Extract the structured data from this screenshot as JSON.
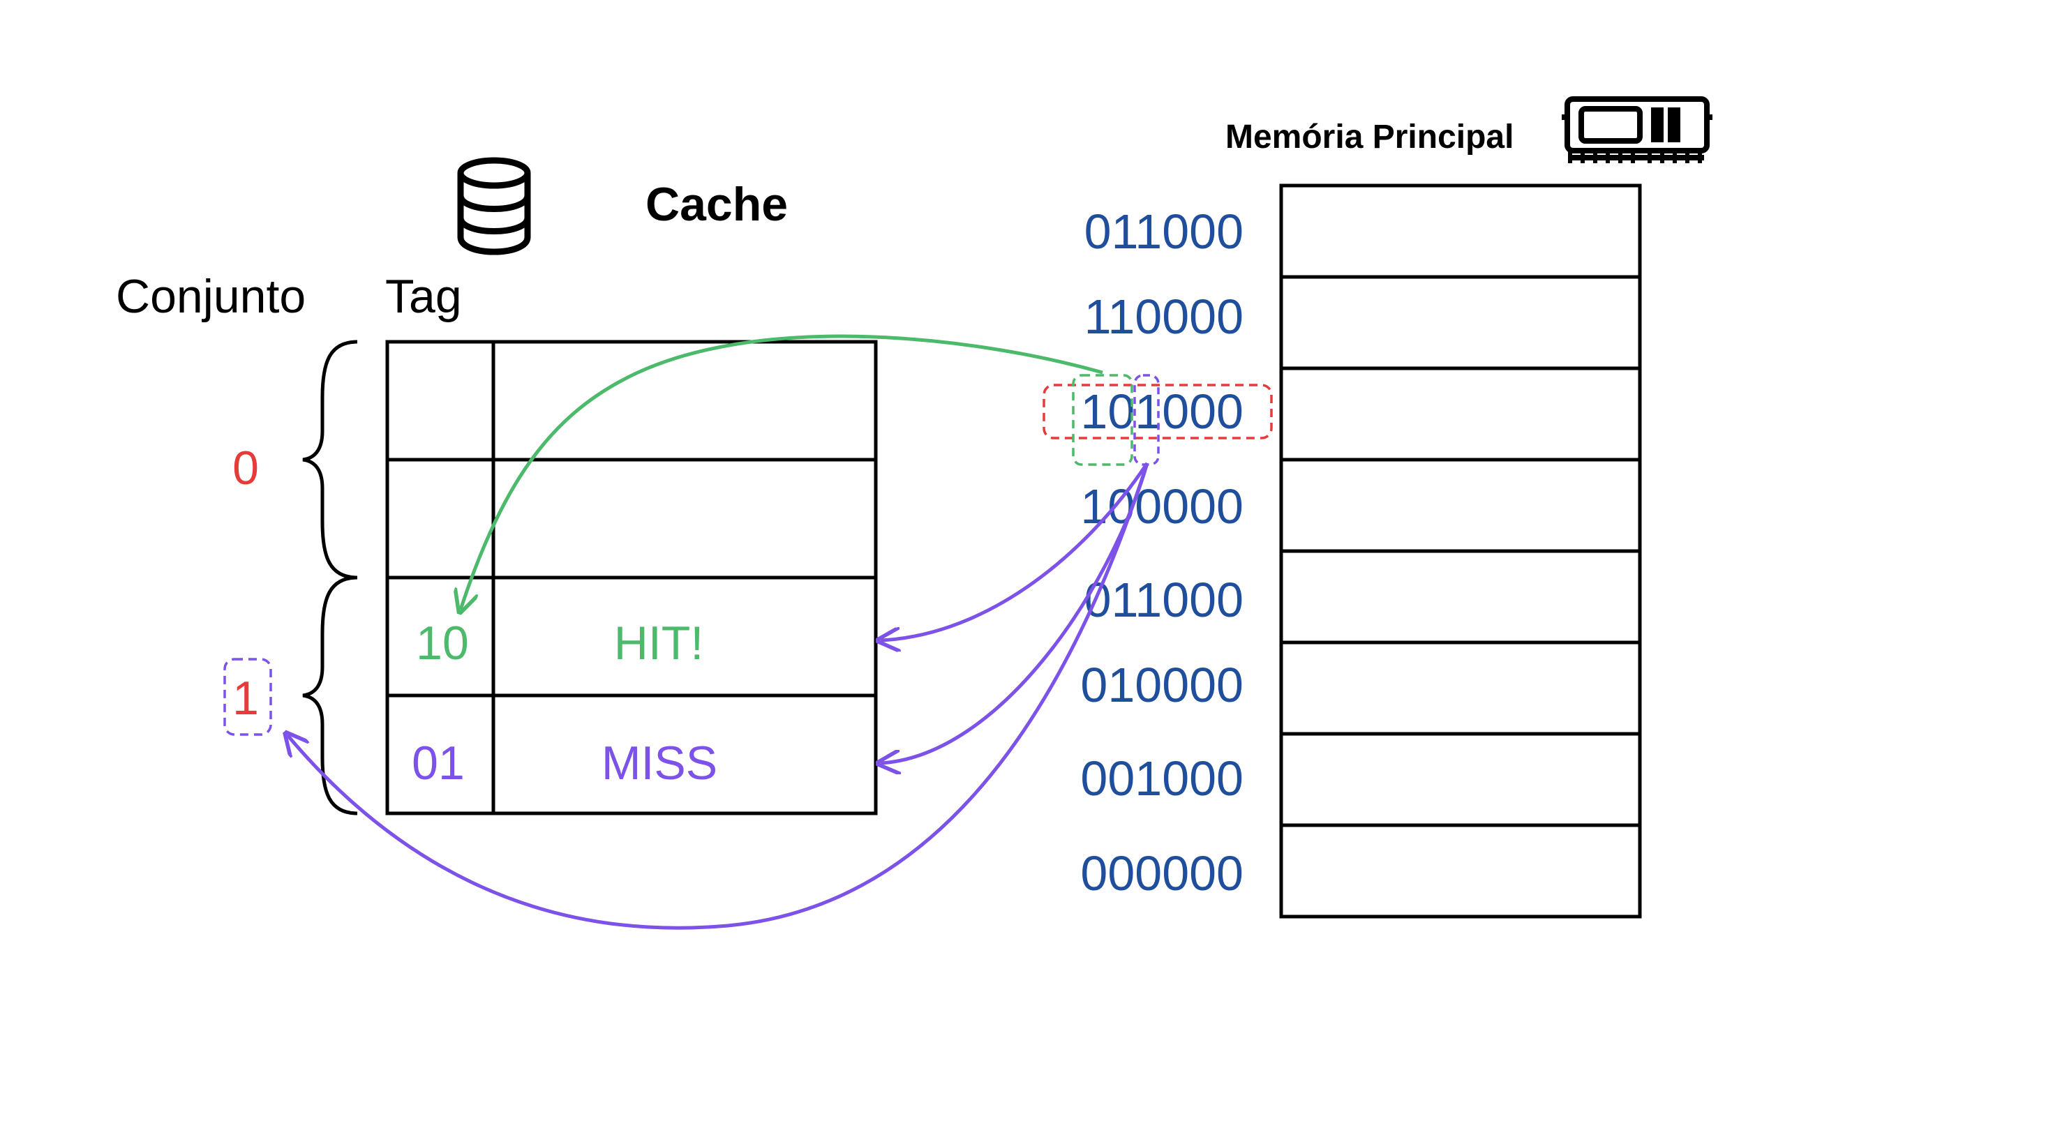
{
  "cache": {
    "title": "Cache",
    "conjunto_header": "Conjunto",
    "tag_header": "Tag",
    "set_labels": [
      "0",
      "1"
    ],
    "rows": [
      {
        "tag": "",
        "content": ""
      },
      {
        "tag": "",
        "content": ""
      },
      {
        "tag": "10",
        "content": "HIT!"
      },
      {
        "tag": "01",
        "content": "MISS"
      }
    ]
  },
  "memory": {
    "title": "Memória Principal",
    "addresses": [
      "011000",
      "110000",
      "101000",
      "100000",
      "011000",
      "010000",
      "001000",
      "000000"
    ]
  },
  "colors": {
    "text": "#000000",
    "address": "#1f4e9c",
    "set_label": "#e53b3b",
    "hit": "#4cb96b",
    "miss": "#7c52e8",
    "highlight_address": "#e53b3b",
    "highlight_tag": "#4cb96b",
    "highlight_set": "#7c52e8"
  },
  "icons": {
    "cache": "database-icon",
    "memory": "ram-module-icon"
  }
}
